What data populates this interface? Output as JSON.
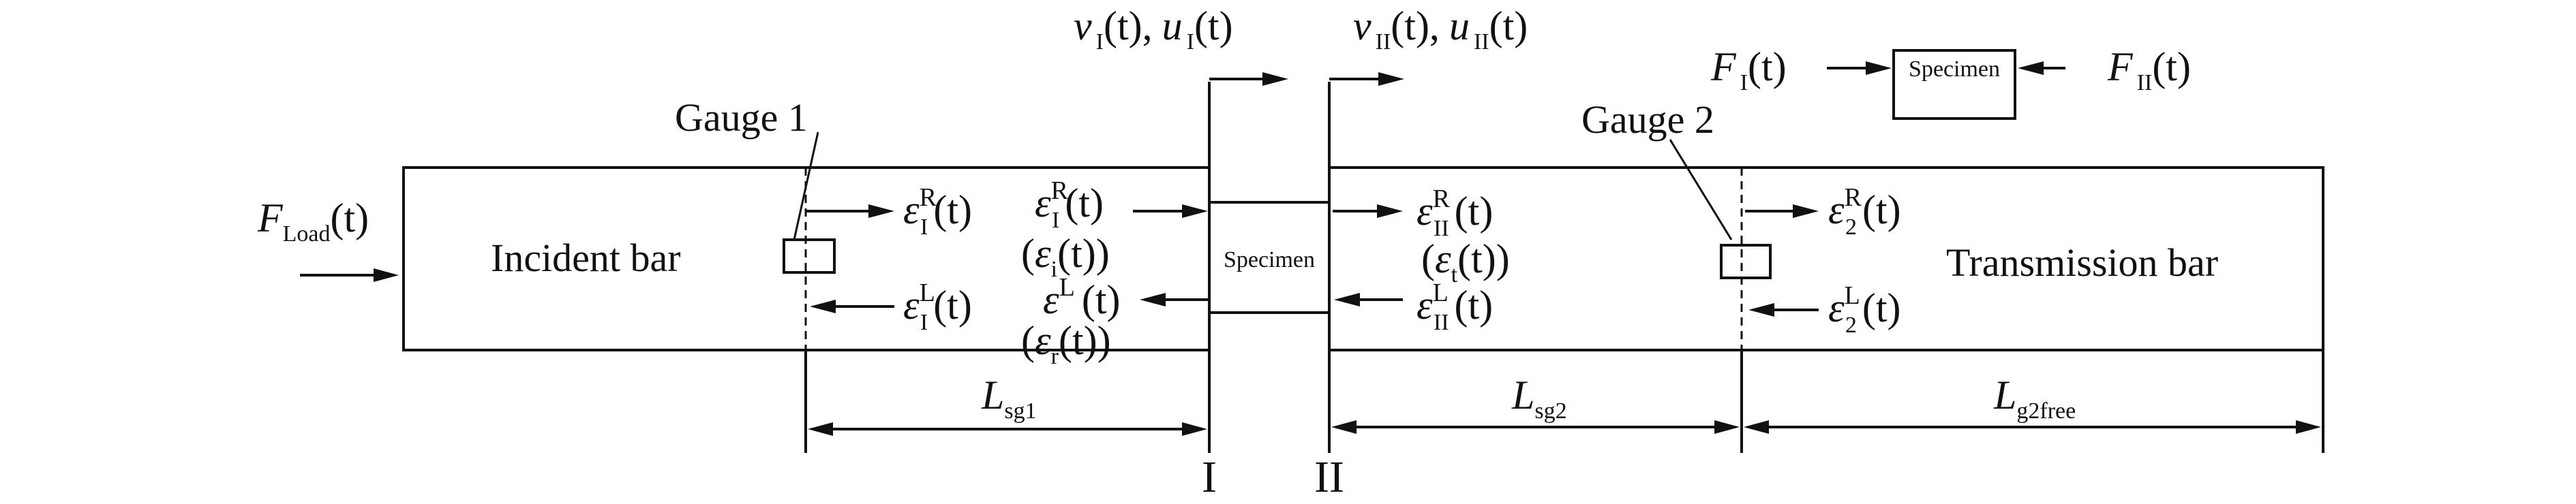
{
  "bars": {
    "incident": "Incident bar",
    "transmission": "Transmission bar"
  },
  "specimen": {
    "main": "Specimen",
    "inset": "Specimen"
  },
  "gauges": {
    "gauge1": "Gauge 1",
    "gauge2": "Gauge 2"
  },
  "load": {
    "symbol": "F",
    "sub": "Load",
    "arg": "(t)"
  },
  "velocities": {
    "v1": {
      "symbol": "v",
      "sub": "I",
      "arg": "(t),",
      "u": "u",
      "usub": "I",
      "uarg": "(t)"
    },
    "v2": {
      "symbol": "v",
      "sub": "II",
      "arg": "(t),",
      "u": "u",
      "usub": "II",
      "uarg": "(t)"
    }
  },
  "forces": {
    "f1": {
      "symbol": "F",
      "sub": "I",
      "arg": "(t)"
    },
    "f2": {
      "symbol": "F",
      "sub": "II",
      "arg": "(t)"
    }
  },
  "strains": {
    "g1_right": {
      "symbol": "ε",
      "sup": "R",
      "sub": "I",
      "arg": "(t)"
    },
    "g1_left": {
      "symbol": "ε",
      "sup": "L",
      "sub": "I",
      "arg": "(t)"
    },
    "inc_right": {
      "symbol": "ε",
      "sup": "R",
      "sub": "I",
      "arg": "(t)"
    },
    "inc_i": {
      "open": "(",
      "symbol": "ε",
      "sub": "i",
      "arg": "(t))"
    },
    "inc_left": {
      "symbol": "ε",
      "sup": "L",
      "sub": "",
      "arg": "(t)"
    },
    "inc_r": {
      "open": "(",
      "symbol": "ε",
      "sub": "r",
      "arg": "(t))"
    },
    "tr_right": {
      "symbol": "ε",
      "sup": "R",
      "sub": "II",
      "arg": "(t)"
    },
    "tr_t": {
      "open": "(",
      "symbol": "ε",
      "sub": "t",
      "arg": "(t))"
    },
    "tr_left": {
      "symbol": "ε",
      "sup": "L",
      "sub": "II",
      "arg": "(t)"
    },
    "g2_right": {
      "symbol": "ε",
      "sup": "R",
      "sub": "2",
      "arg": "(t)"
    },
    "g2_left": {
      "symbol": "ε",
      "sup": "L",
      "sub": "2",
      "arg": "(t)"
    }
  },
  "lengths": {
    "sg1": {
      "symbol": "L",
      "sub": "sg1"
    },
    "sg2": {
      "symbol": "L",
      "sub": "sg2"
    },
    "g2free": {
      "symbol": "L",
      "sub": "g2free"
    }
  },
  "interfaces": {
    "one": "I",
    "two": "II"
  }
}
